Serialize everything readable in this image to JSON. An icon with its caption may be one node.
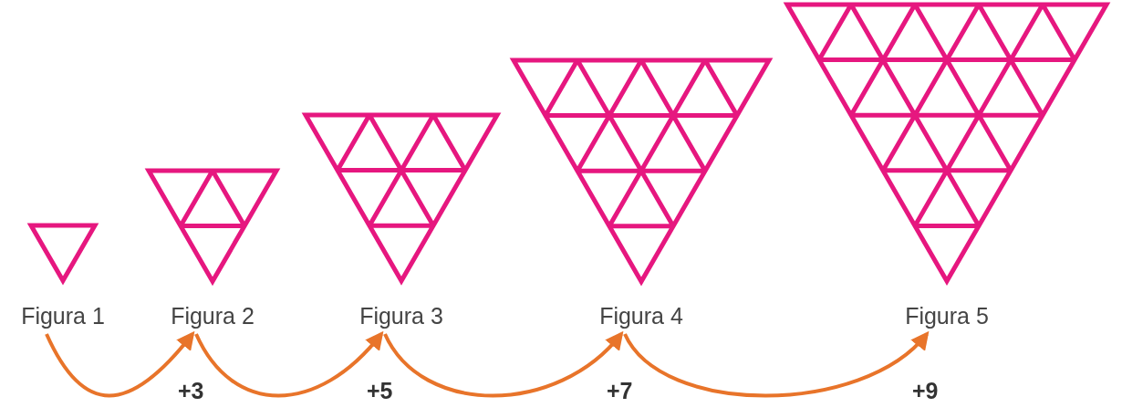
{
  "diagram": {
    "nodes": [
      {
        "text": [
          "Figura 1"
        ]
      },
      {
        "text": [
          "Figura 2"
        ]
      },
      {
        "text": [
          "Figura 3"
        ]
      },
      {
        "text": [
          "Figura 4"
        ]
      },
      {
        "text": [
          "Figura 5"
        ]
      }
    ],
    "edges": [
      {
        "from": 0,
        "to": 1,
        "arrow": "to",
        "label": "+3"
      },
      {
        "from": 1,
        "to": 2,
        "arrow": "to",
        "label": "+5"
      },
      {
        "from": 2,
        "to": 3,
        "arrow": "to",
        "label": "+7"
      },
      {
        "from": 3,
        "to": 4,
        "arrow": "to",
        "label": "+9"
      }
    ]
  }
}
